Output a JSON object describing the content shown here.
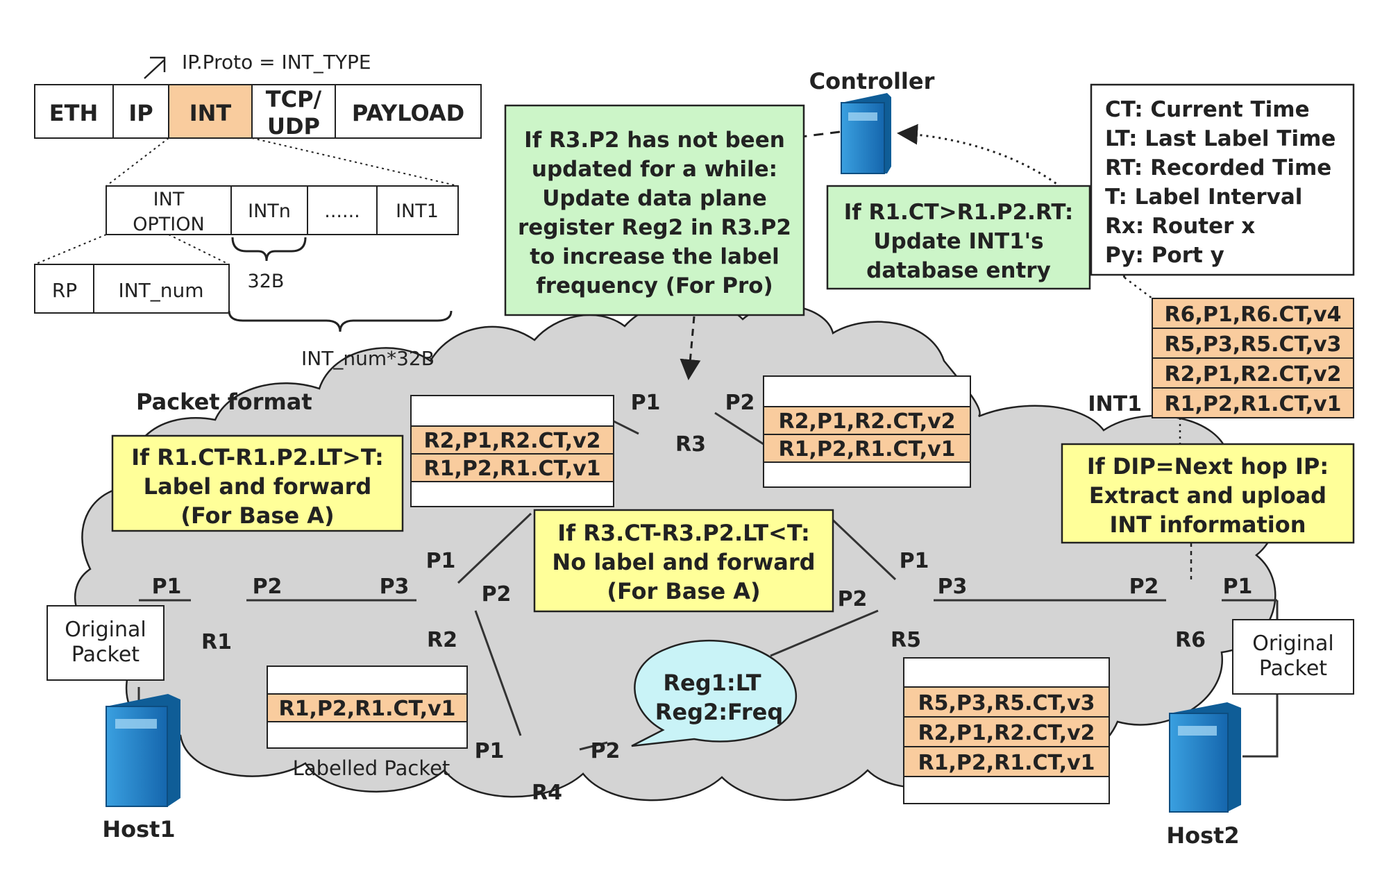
{
  "colors": {
    "int_highlight": "#f9cc9e",
    "green_box": "#ccf5c8",
    "yellow_box": "#ffff99",
    "bubble": "#c9f3f7",
    "cloud": "#d4d4d4",
    "router_blue": "#1d7fc1",
    "host_blue": "#1b7cc4"
  },
  "packet_format": {
    "proto_label": "IP.Proto = INT_TYPE",
    "headers": [
      "ETH",
      "IP",
      "INT",
      "TCP/\nUDP",
      "PAYLOAD"
    ],
    "int_fields": [
      "INT\nOPTION",
      "INTn",
      "......",
      "INT1"
    ],
    "option_fields": [
      "RP",
      "INT_num"
    ],
    "size_32b": "32B",
    "size_total": "INT_num*32B",
    "caption": "Packet format"
  },
  "controller": {
    "label": "Controller",
    "icon": "server-icon"
  },
  "legend": {
    "lines": [
      "CT: Current Time",
      "LT: Last Label Time",
      "RT: Recorded Time",
      "T: Label Interval",
      "Rx: Router x",
      "Py: Port y"
    ]
  },
  "green_box_r3": {
    "lines": [
      "If R3.P2 has not been",
      "updated for a while:",
      "Update data plane",
      "register Reg2 in R3.P2",
      "to increase the label",
      "frequency (For Pro)"
    ]
  },
  "green_box_int1": {
    "lines": [
      "If R1.CT>R1.P2.RT:",
      "Update INT1's",
      "database entry"
    ]
  },
  "yellow_box_r1": {
    "lines": [
      "If R1.CT-R1.P2.LT>T:",
      "Label and forward",
      "(For Base A)"
    ]
  },
  "yellow_box_r3": {
    "lines": [
      "If R3.CT-R3.P2.LT<T:",
      "No label and forward",
      "(For Base A)"
    ]
  },
  "yellow_box_r6": {
    "lines": [
      "If DIP=Next hop IP:",
      "Extract and upload",
      "INT information"
    ]
  },
  "bubble": {
    "lines": [
      "Reg1:LT",
      "Reg2:Freq"
    ]
  },
  "int_stacks": {
    "r2_r3": [
      "R2,P1,R2.CT,v2",
      "R1,P2,R1.CT,v1"
    ],
    "r3_r5": [
      "R2,P1,R2.CT,v2",
      "R1,P2,R1.CT,v1"
    ],
    "r1_r2": [
      "R1,P2,R1.CT,v1"
    ],
    "r5_r6": [
      "R5,P3,R5.CT,v3",
      "R2,P1,R2.CT,v2",
      "R1,P2,R1.CT,v1"
    ],
    "int1_db": [
      "R6,P1,R6.CT,v4",
      "R5,P3,R5.CT,v3",
      "R2,P1,R2.CT,v2",
      "R1,P2,R1.CT,v1"
    ],
    "int1_label": "INT1",
    "labelled_caption": "Labelled Packet"
  },
  "routers": {
    "r1": {
      "name": "R1",
      "ports": [
        "P1",
        "P2"
      ]
    },
    "r2": {
      "name": "R2",
      "ports": [
        "P3",
        "P1",
        "P2"
      ]
    },
    "r3": {
      "name": "R3",
      "ports": [
        "P1",
        "P2"
      ]
    },
    "r4": {
      "name": "R4",
      "ports": [
        "P1",
        "P2"
      ]
    },
    "r5": {
      "name": "R5",
      "ports": [
        "P1",
        "P2",
        "P3"
      ]
    },
    "r6": {
      "name": "R6",
      "ports": [
        "P2",
        "P1"
      ]
    }
  },
  "hosts": {
    "host1": "Host1",
    "host2": "Host2",
    "original_packet": "Original\nPacket"
  }
}
